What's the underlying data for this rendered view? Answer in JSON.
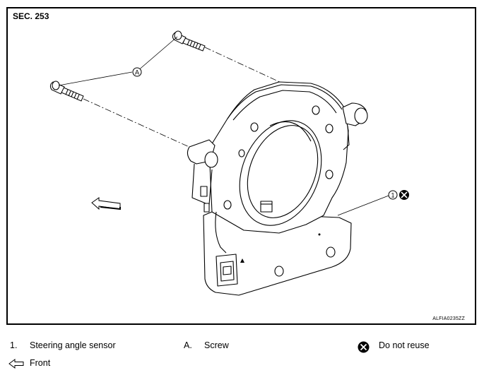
{
  "section": "SEC. 253",
  "figure_code": "ALFIA0235ZZ",
  "callouts": {
    "screw": "A",
    "sensor": "1"
  },
  "legend": {
    "item1_number": "1.",
    "item1_text": "Steering angle sensor",
    "itemA_letter": "A.",
    "itemA_text": "Screw",
    "do_not_reuse_text": "Do not reuse",
    "front_text": "Front"
  }
}
